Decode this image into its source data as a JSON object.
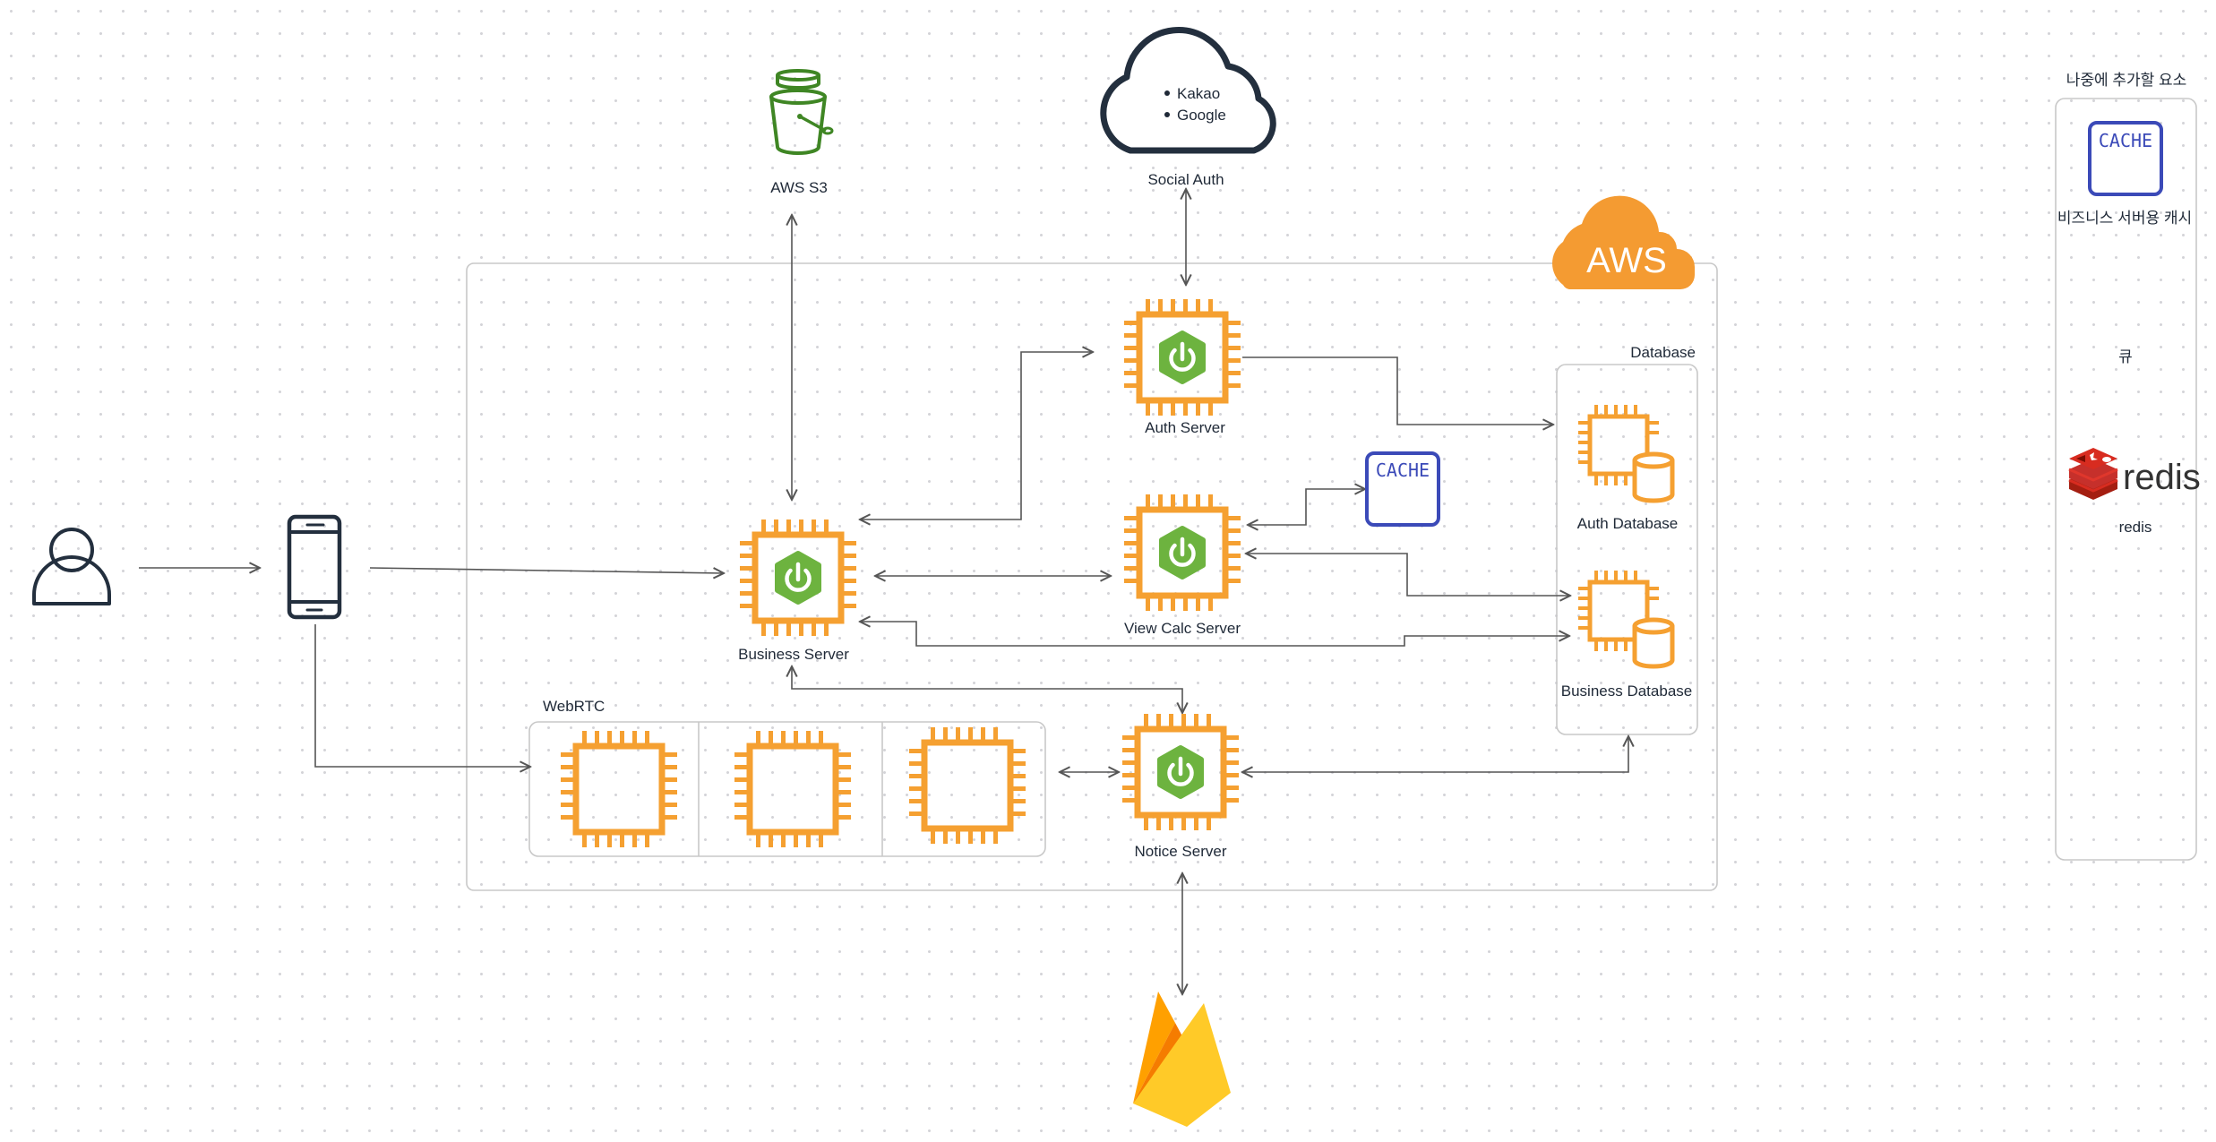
{
  "colors": {
    "chip": "#f5a031",
    "spring": "#6db33f",
    "aws": "#f49b32",
    "s3": "#3f8624",
    "cache": "#3b4ab8",
    "ink": "#232f3e",
    "redis": "#c6302b",
    "firebase_yellow": "#ffca28",
    "firebase_orange": "#f57c00"
  },
  "icons": {
    "user": "user-icon",
    "phone": "smartphone-icon",
    "server": "spring-server-icon",
    "chip": "chip-icon",
    "database": "database-icon",
    "cloud": "cloud-icon",
    "s3": "s3-bucket-icon",
    "firebase": "firebase-icon",
    "redis": "redis-logo-icon",
    "cache": "cache-icon"
  },
  "aws_badge": "AWS",
  "s3": {
    "label": "AWS S3"
  },
  "social_auth": {
    "label": "Social Auth",
    "providers": [
      "Kakao",
      "Google"
    ]
  },
  "servers": {
    "auth": "Auth Server",
    "business": "Business Server",
    "view_calc": "View Calc Server",
    "notice": "Notice Server"
  },
  "database_group": {
    "title": "Database",
    "auth": "Auth Database",
    "business": "Business Database"
  },
  "webrtc": {
    "title": "WebRTC"
  },
  "cache_label": "CACHE",
  "future_panel": {
    "title": "나중에 추가할 요소",
    "cache_caption": "비즈니스 서버용 캐시",
    "queue": "큐",
    "redis_logo_text": "redis",
    "redis_caption": "redis"
  }
}
